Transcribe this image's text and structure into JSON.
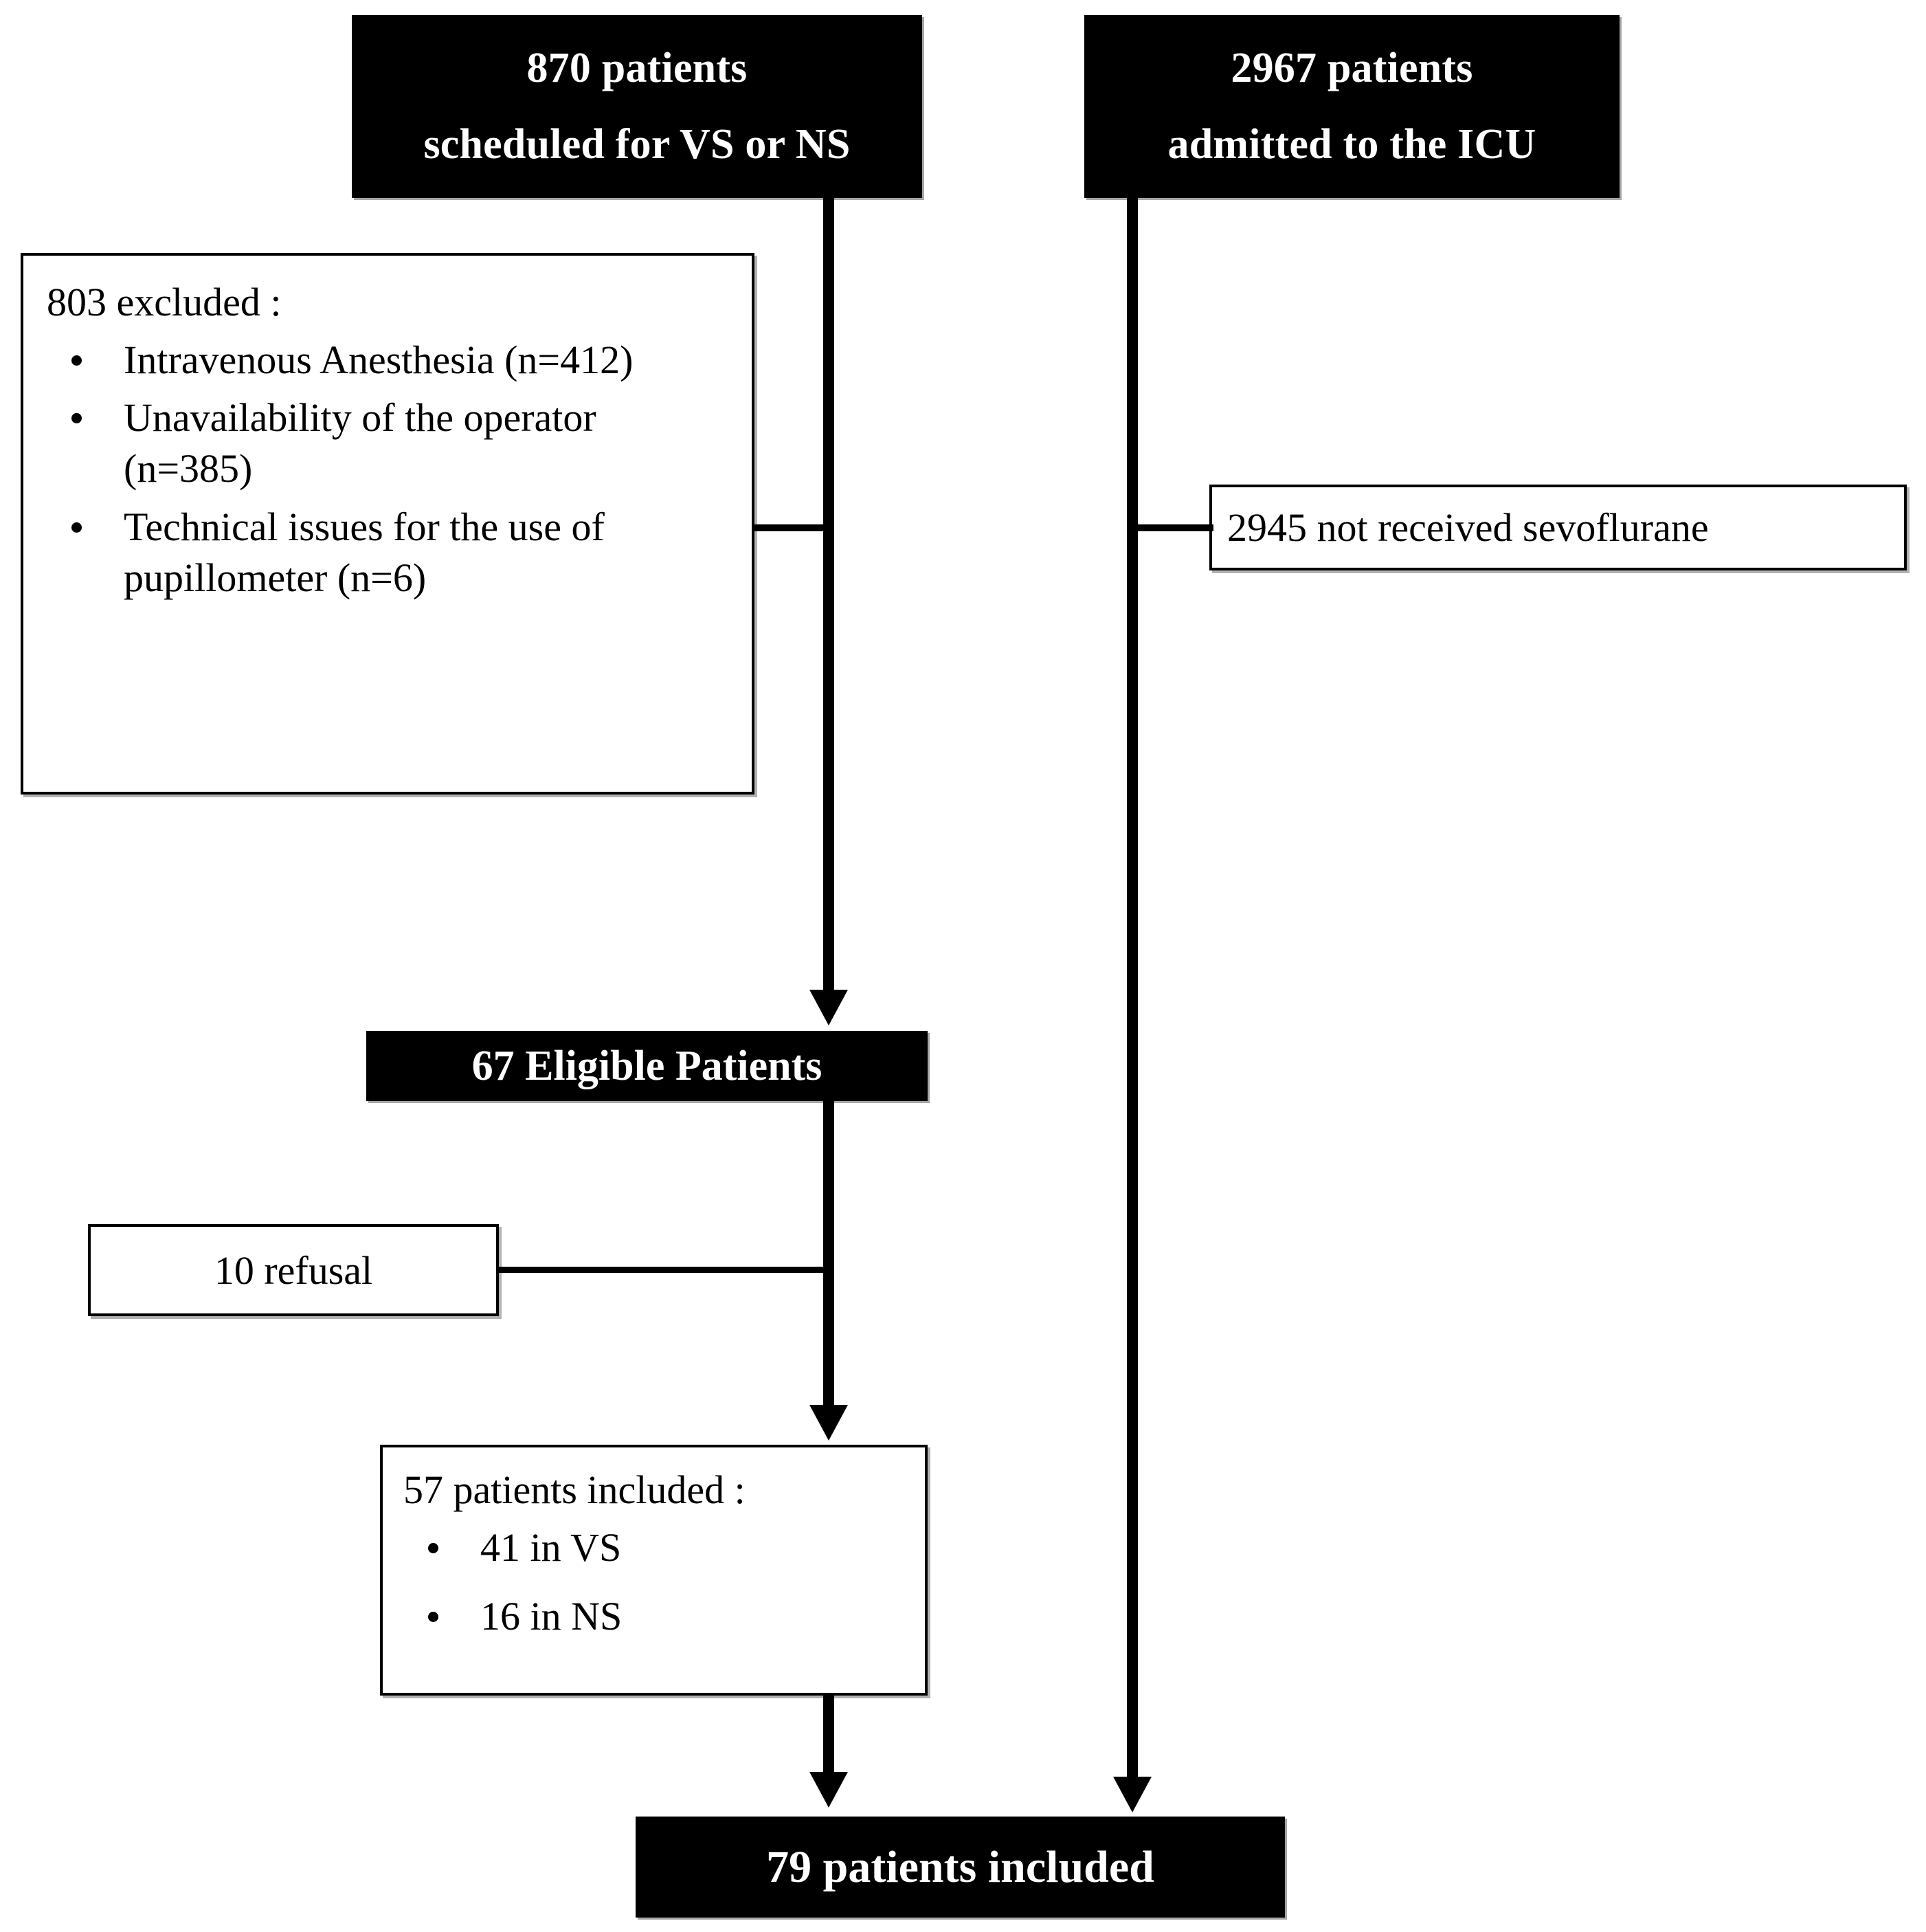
{
  "figure": {
    "type": "flowchart",
    "title": "Patient enrollment flow diagram",
    "colors": {
      "node_fill_primary": "#000000",
      "node_text_primary": "#ffffff",
      "node_fill_secondary": "#ffffff",
      "node_text_secondary": "#000000",
      "connector": "#000000",
      "background": "#ffffff"
    }
  },
  "nodes": {
    "surgery_source": {
      "line_1": "870 patients",
      "line_2": "scheduled for VS or NS"
    },
    "icu_source": {
      "line_1": "2967 patients",
      "line_2": "admitted to the ICU"
    },
    "excluded": {
      "heading": "803 excluded :",
      "bullets": [
        "Intravenous Anesthesia (n=412)",
        "Unavailability of the operator (n=385)",
        "Technical issues for the use of pupillometer (n=6)"
      ]
    },
    "not_sevoflurane": {
      "label": "2945 not received sevoflurane"
    },
    "eligible": {
      "label": "67 Eligible Patients"
    },
    "refusal": {
      "label": "10 refusal"
    },
    "included_surgery": {
      "heading": "57 patients included :",
      "bullets": [
        "41 in VS",
        "16 in NS"
      ]
    },
    "final": {
      "label": "79 patients included"
    }
  }
}
